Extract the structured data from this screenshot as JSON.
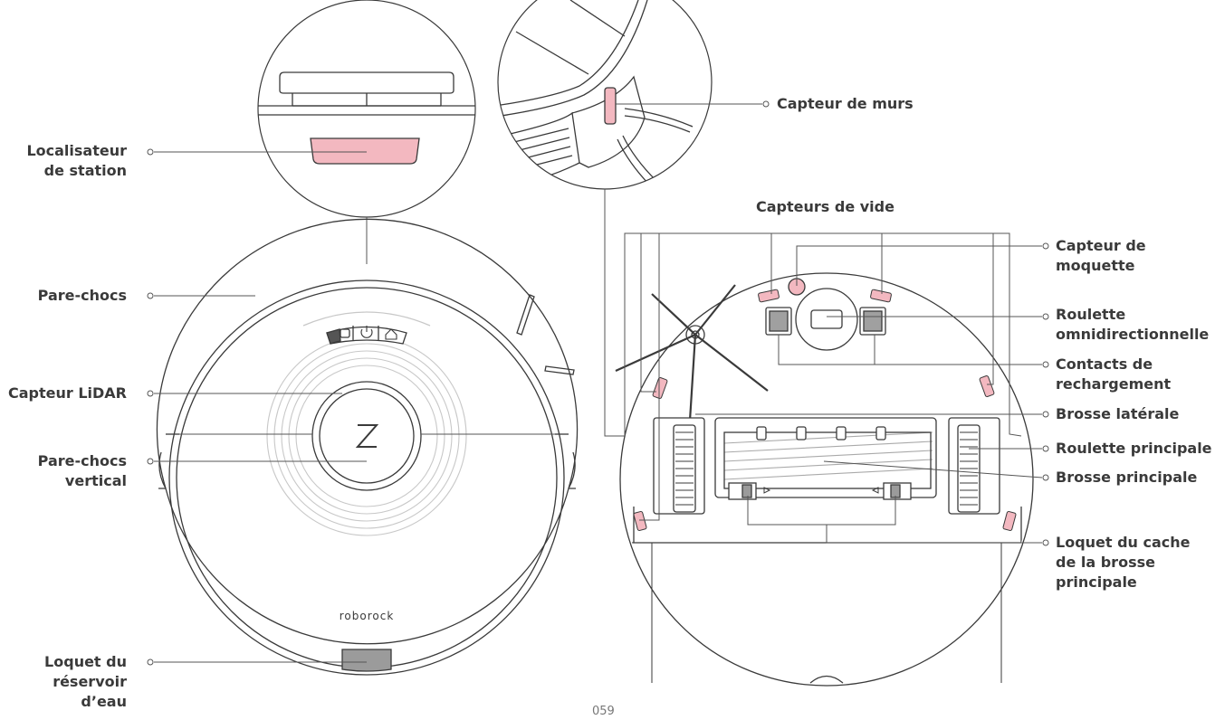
{
  "page_number": "059",
  "brand_text": "roborock",
  "colors": {
    "line": "#3a3a3a",
    "sensor_pink": "#f3b8c0",
    "latch_gray": "#9b9b9b",
    "leader_gray": "#555555"
  },
  "labels": {
    "station_locator": "Localisateur\nde station",
    "bumper": "Pare-chocs",
    "lidar": "Capteur LiDAR",
    "vertical_bumper": "Pare-chocs\nvertical",
    "water_latch": "Loquet du\nréservoir\nd’eau",
    "wall_sensor": "Capteur de murs",
    "cliff_sensors": "Capteurs de vide",
    "carpet_sensor": "Capteur de\nmoquette",
    "omni_wheel": "Roulette\nomnidirectionnelle",
    "charging_contacts": "Contacts de\nrechargement",
    "side_brush": "Brosse latérale",
    "main_wheel": "Roulette principale",
    "main_brush": "Brosse principale",
    "brush_cover_latch": "Loquet du cache\nde la brosse\nprincipale"
  }
}
